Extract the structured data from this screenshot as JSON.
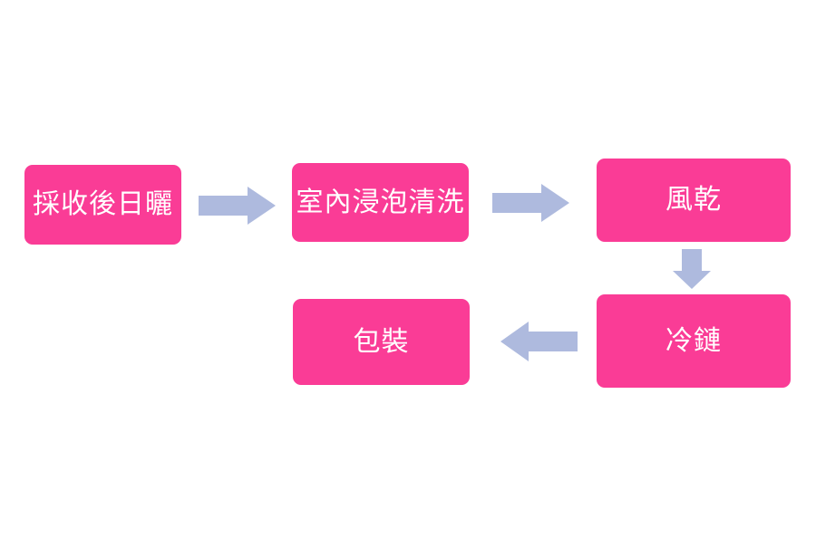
{
  "diagram": {
    "title": "",
    "background_color": "#ffffff",
    "node_color": "#fa3c96",
    "node_text_color": "#ffffff",
    "arrow_color": "#aebade",
    "nodes": [
      {
        "id": "harvest-sun-dry",
        "label": "採收後日曬",
        "order": 1
      },
      {
        "id": "indoor-soak-wash",
        "label": "室內浸泡清洗",
        "order": 2
      },
      {
        "id": "air-dry",
        "label": "風乾",
        "order": 3
      },
      {
        "id": "cold-chain",
        "label": "冷鏈",
        "order": 4
      },
      {
        "id": "packaging",
        "label": "包裝",
        "order": 5
      }
    ],
    "arrows": [
      {
        "id": "harvest-to-wash",
        "from": "harvest-sun-dry",
        "to": "indoor-soak-wash",
        "direction": "right"
      },
      {
        "id": "wash-to-dry",
        "from": "indoor-soak-wash",
        "to": "air-dry",
        "direction": "right"
      },
      {
        "id": "dry-to-cold",
        "from": "air-dry",
        "to": "cold-chain",
        "direction": "down"
      },
      {
        "id": "cold-to-pack",
        "from": "cold-chain",
        "to": "packaging",
        "direction": "left"
      }
    ]
  }
}
